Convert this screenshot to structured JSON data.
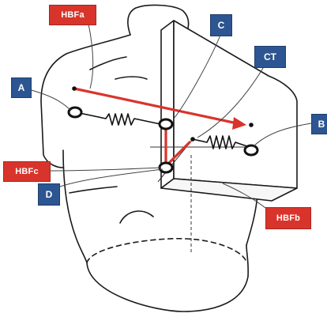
{
  "labels": {
    "hbfa": "HBFa",
    "hbfb": "HBFb",
    "hbfc": "HBFc",
    "a": "A",
    "b": "B",
    "c": "C",
    "ct": "CT",
    "d": "D"
  },
  "colors": {
    "tag_red": "#d9342b",
    "tag_blue": "#2c5591",
    "vector_red": "#d9342b",
    "outline": "#111111"
  }
}
